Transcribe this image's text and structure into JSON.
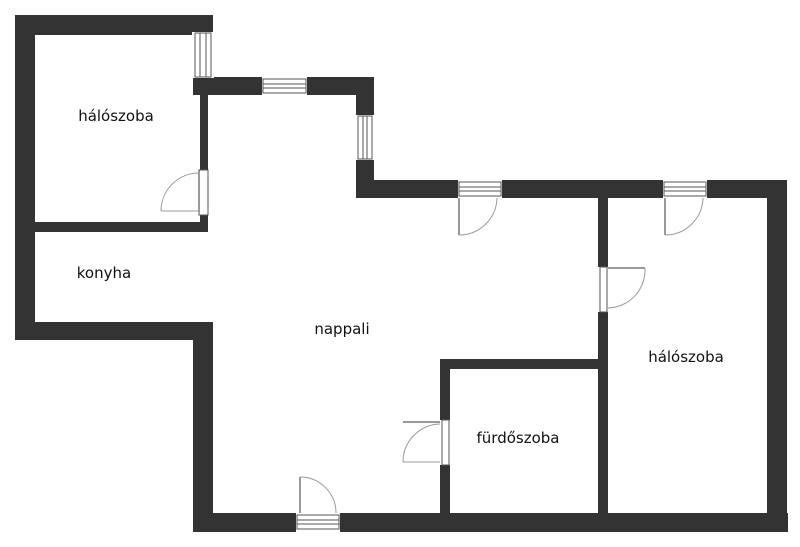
{
  "plan": {
    "colors": {
      "wall": "#333333",
      "door_arc": "#999999",
      "window_frame": "#555555",
      "background": "#ffffff"
    },
    "rooms": [
      {
        "id": "bedroom-topleft",
        "label": "hálószoba"
      },
      {
        "id": "kitchen",
        "label": "konyha"
      },
      {
        "id": "living-room",
        "label": "nappali"
      },
      {
        "id": "bathroom",
        "label": "fürdőszoba"
      },
      {
        "id": "bedroom-right",
        "label": "hálószoba"
      }
    ],
    "windows": [
      "window-bedroom-left",
      "window-top-corridor",
      "window-living-side",
      "window-living-top",
      "window-bedroom-right-top",
      "window-entrance"
    ],
    "doors": [
      "door-bedroom-left",
      "door-living-top",
      "door-bedroom-right-top",
      "door-bedroom-right-side",
      "door-bathroom",
      "door-entrance"
    ]
  }
}
